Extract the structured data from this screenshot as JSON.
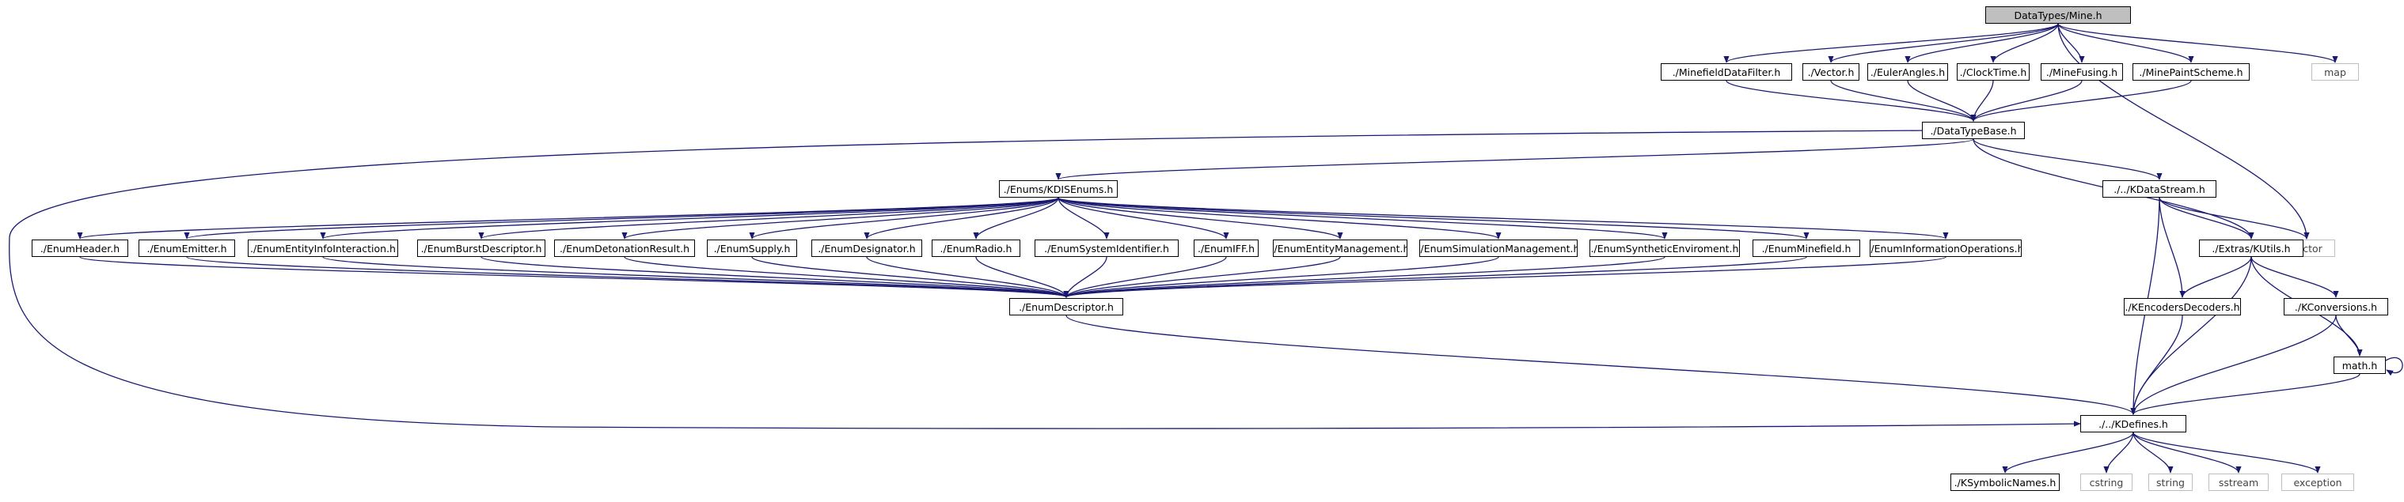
{
  "diagram": {
    "type": "include-dependency-graph",
    "nodes": [
      {
        "id": "mine",
        "label": "DataTypes/Mine.h",
        "kind": "root"
      },
      {
        "id": "mfilter",
        "label": "./MinefieldDataFilter.h"
      },
      {
        "id": "vector_h",
        "label": "./Vector.h"
      },
      {
        "id": "euler",
        "label": "./EulerAngles.h"
      },
      {
        "id": "clock",
        "label": "./ClockTime.h"
      },
      {
        "id": "fusing",
        "label": "./MineFusing.h"
      },
      {
        "id": "paint",
        "label": "./MinePaintScheme.h"
      },
      {
        "id": "map",
        "label": "map",
        "kind": "system"
      },
      {
        "id": "dtbase",
        "label": "./DataTypeBase.h"
      },
      {
        "id": "kdisenums",
        "label": "./Enums/KDISEnums.h"
      },
      {
        "id": "kstream",
        "label": "./../KDataStream.h"
      },
      {
        "id": "vector",
        "label": "vector",
        "kind": "system"
      },
      {
        "id": "eheader",
        "label": "./EnumHeader.h"
      },
      {
        "id": "eemitter",
        "label": "./EnumEmitter.h"
      },
      {
        "id": "einfo",
        "label": "./EnumEntityInfoInteraction.h"
      },
      {
        "id": "eburst",
        "label": "./EnumBurstDescriptor.h"
      },
      {
        "id": "edet",
        "label": "./EnumDetonationResult.h"
      },
      {
        "id": "esupply",
        "label": "./EnumSupply.h"
      },
      {
        "id": "edesig",
        "label": "./EnumDesignator.h"
      },
      {
        "id": "eradio",
        "label": "./EnumRadio.h"
      },
      {
        "id": "esysid",
        "label": "./EnumSystemIdentifier.h"
      },
      {
        "id": "eiff",
        "label": "./EnumIFF.h"
      },
      {
        "id": "eentmgmt",
        "label": "./EnumEntityManagement.h"
      },
      {
        "id": "esimmgmt",
        "label": "./EnumSimulationManagement.h"
      },
      {
        "id": "esynth",
        "label": "./EnumSyntheticEnviroment.h"
      },
      {
        "id": "emine",
        "label": "./EnumMinefield.h"
      },
      {
        "id": "einfoops",
        "label": "./EnumInformationOperations.h"
      },
      {
        "id": "kutils",
        "label": "./Extras/KUtils.h"
      },
      {
        "id": "edesc",
        "label": "./EnumDescriptor.h"
      },
      {
        "id": "kencdec",
        "label": "./KEncodersDecoders.h"
      },
      {
        "id": "kconv",
        "label": "./KConversions.h"
      },
      {
        "id": "math",
        "label": "math.h"
      },
      {
        "id": "kdefines",
        "label": "./../KDefines.h"
      },
      {
        "id": "ksym",
        "label": "./KSymbolicNames.h"
      },
      {
        "id": "cstring",
        "label": "cstring",
        "kind": "system"
      },
      {
        "id": "string",
        "label": "string",
        "kind": "system"
      },
      {
        "id": "sstream",
        "label": "sstream",
        "kind": "system"
      },
      {
        "id": "exception",
        "label": "exception",
        "kind": "system"
      }
    ],
    "edges": [
      [
        "mine",
        "mfilter"
      ],
      [
        "mine",
        "vector_h"
      ],
      [
        "mine",
        "euler"
      ],
      [
        "mine",
        "clock"
      ],
      [
        "mine",
        "fusing"
      ],
      [
        "mine",
        "paint"
      ],
      [
        "mine",
        "map"
      ],
      [
        "mine",
        "vector"
      ],
      [
        "mfilter",
        "dtbase"
      ],
      [
        "vector_h",
        "dtbase"
      ],
      [
        "euler",
        "dtbase"
      ],
      [
        "clock",
        "dtbase"
      ],
      [
        "fusing",
        "dtbase"
      ],
      [
        "paint",
        "dtbase"
      ],
      [
        "dtbase",
        "kdisenums"
      ],
      [
        "dtbase",
        "kstream"
      ],
      [
        "dtbase",
        "kutils"
      ],
      [
        "dtbase",
        "kdefines"
      ],
      [
        "kdisenums",
        "eheader"
      ],
      [
        "kdisenums",
        "eemitter"
      ],
      [
        "kdisenums",
        "einfo"
      ],
      [
        "kdisenums",
        "eburst"
      ],
      [
        "kdisenums",
        "edet"
      ],
      [
        "kdisenums",
        "esupply"
      ],
      [
        "kdisenums",
        "edesig"
      ],
      [
        "kdisenums",
        "eradio"
      ],
      [
        "kdisenums",
        "esysid"
      ],
      [
        "kdisenums",
        "eiff"
      ],
      [
        "kdisenums",
        "eentmgmt"
      ],
      [
        "kdisenums",
        "esimmgmt"
      ],
      [
        "kdisenums",
        "esynth"
      ],
      [
        "kdisenums",
        "emine"
      ],
      [
        "kdisenums",
        "einfoops"
      ],
      [
        "eheader",
        "edesc"
      ],
      [
        "eemitter",
        "edesc"
      ],
      [
        "einfo",
        "edesc"
      ],
      [
        "eburst",
        "edesc"
      ],
      [
        "edet",
        "edesc"
      ],
      [
        "esupply",
        "edesc"
      ],
      [
        "edesig",
        "edesc"
      ],
      [
        "eradio",
        "edesc"
      ],
      [
        "esysid",
        "edesc"
      ],
      [
        "eiff",
        "edesc"
      ],
      [
        "eentmgmt",
        "edesc"
      ],
      [
        "esimmgmt",
        "edesc"
      ],
      [
        "esynth",
        "edesc"
      ],
      [
        "emine",
        "edesc"
      ],
      [
        "einfoops",
        "edesc"
      ],
      [
        "edesc",
        "kdefines"
      ],
      [
        "kstream",
        "vector"
      ],
      [
        "kstream",
        "kutils"
      ],
      [
        "kstream",
        "kencdec"
      ],
      [
        "kstream",
        "kdefines"
      ],
      [
        "kutils",
        "vector"
      ],
      [
        "kutils",
        "kencdec"
      ],
      [
        "kutils",
        "kconv"
      ],
      [
        "kutils",
        "math"
      ],
      [
        "kutils",
        "kdefines"
      ],
      [
        "kencdec",
        "kdefines"
      ],
      [
        "kconv",
        "math"
      ],
      [
        "kconv",
        "kdefines"
      ],
      [
        "math",
        "math"
      ],
      [
        "math",
        "kdefines"
      ],
      [
        "kdefines",
        "ksym"
      ],
      [
        "kdefines",
        "cstring"
      ],
      [
        "kdefines",
        "string"
      ],
      [
        "kdefines",
        "sstream"
      ],
      [
        "kdefines",
        "exception"
      ]
    ]
  }
}
